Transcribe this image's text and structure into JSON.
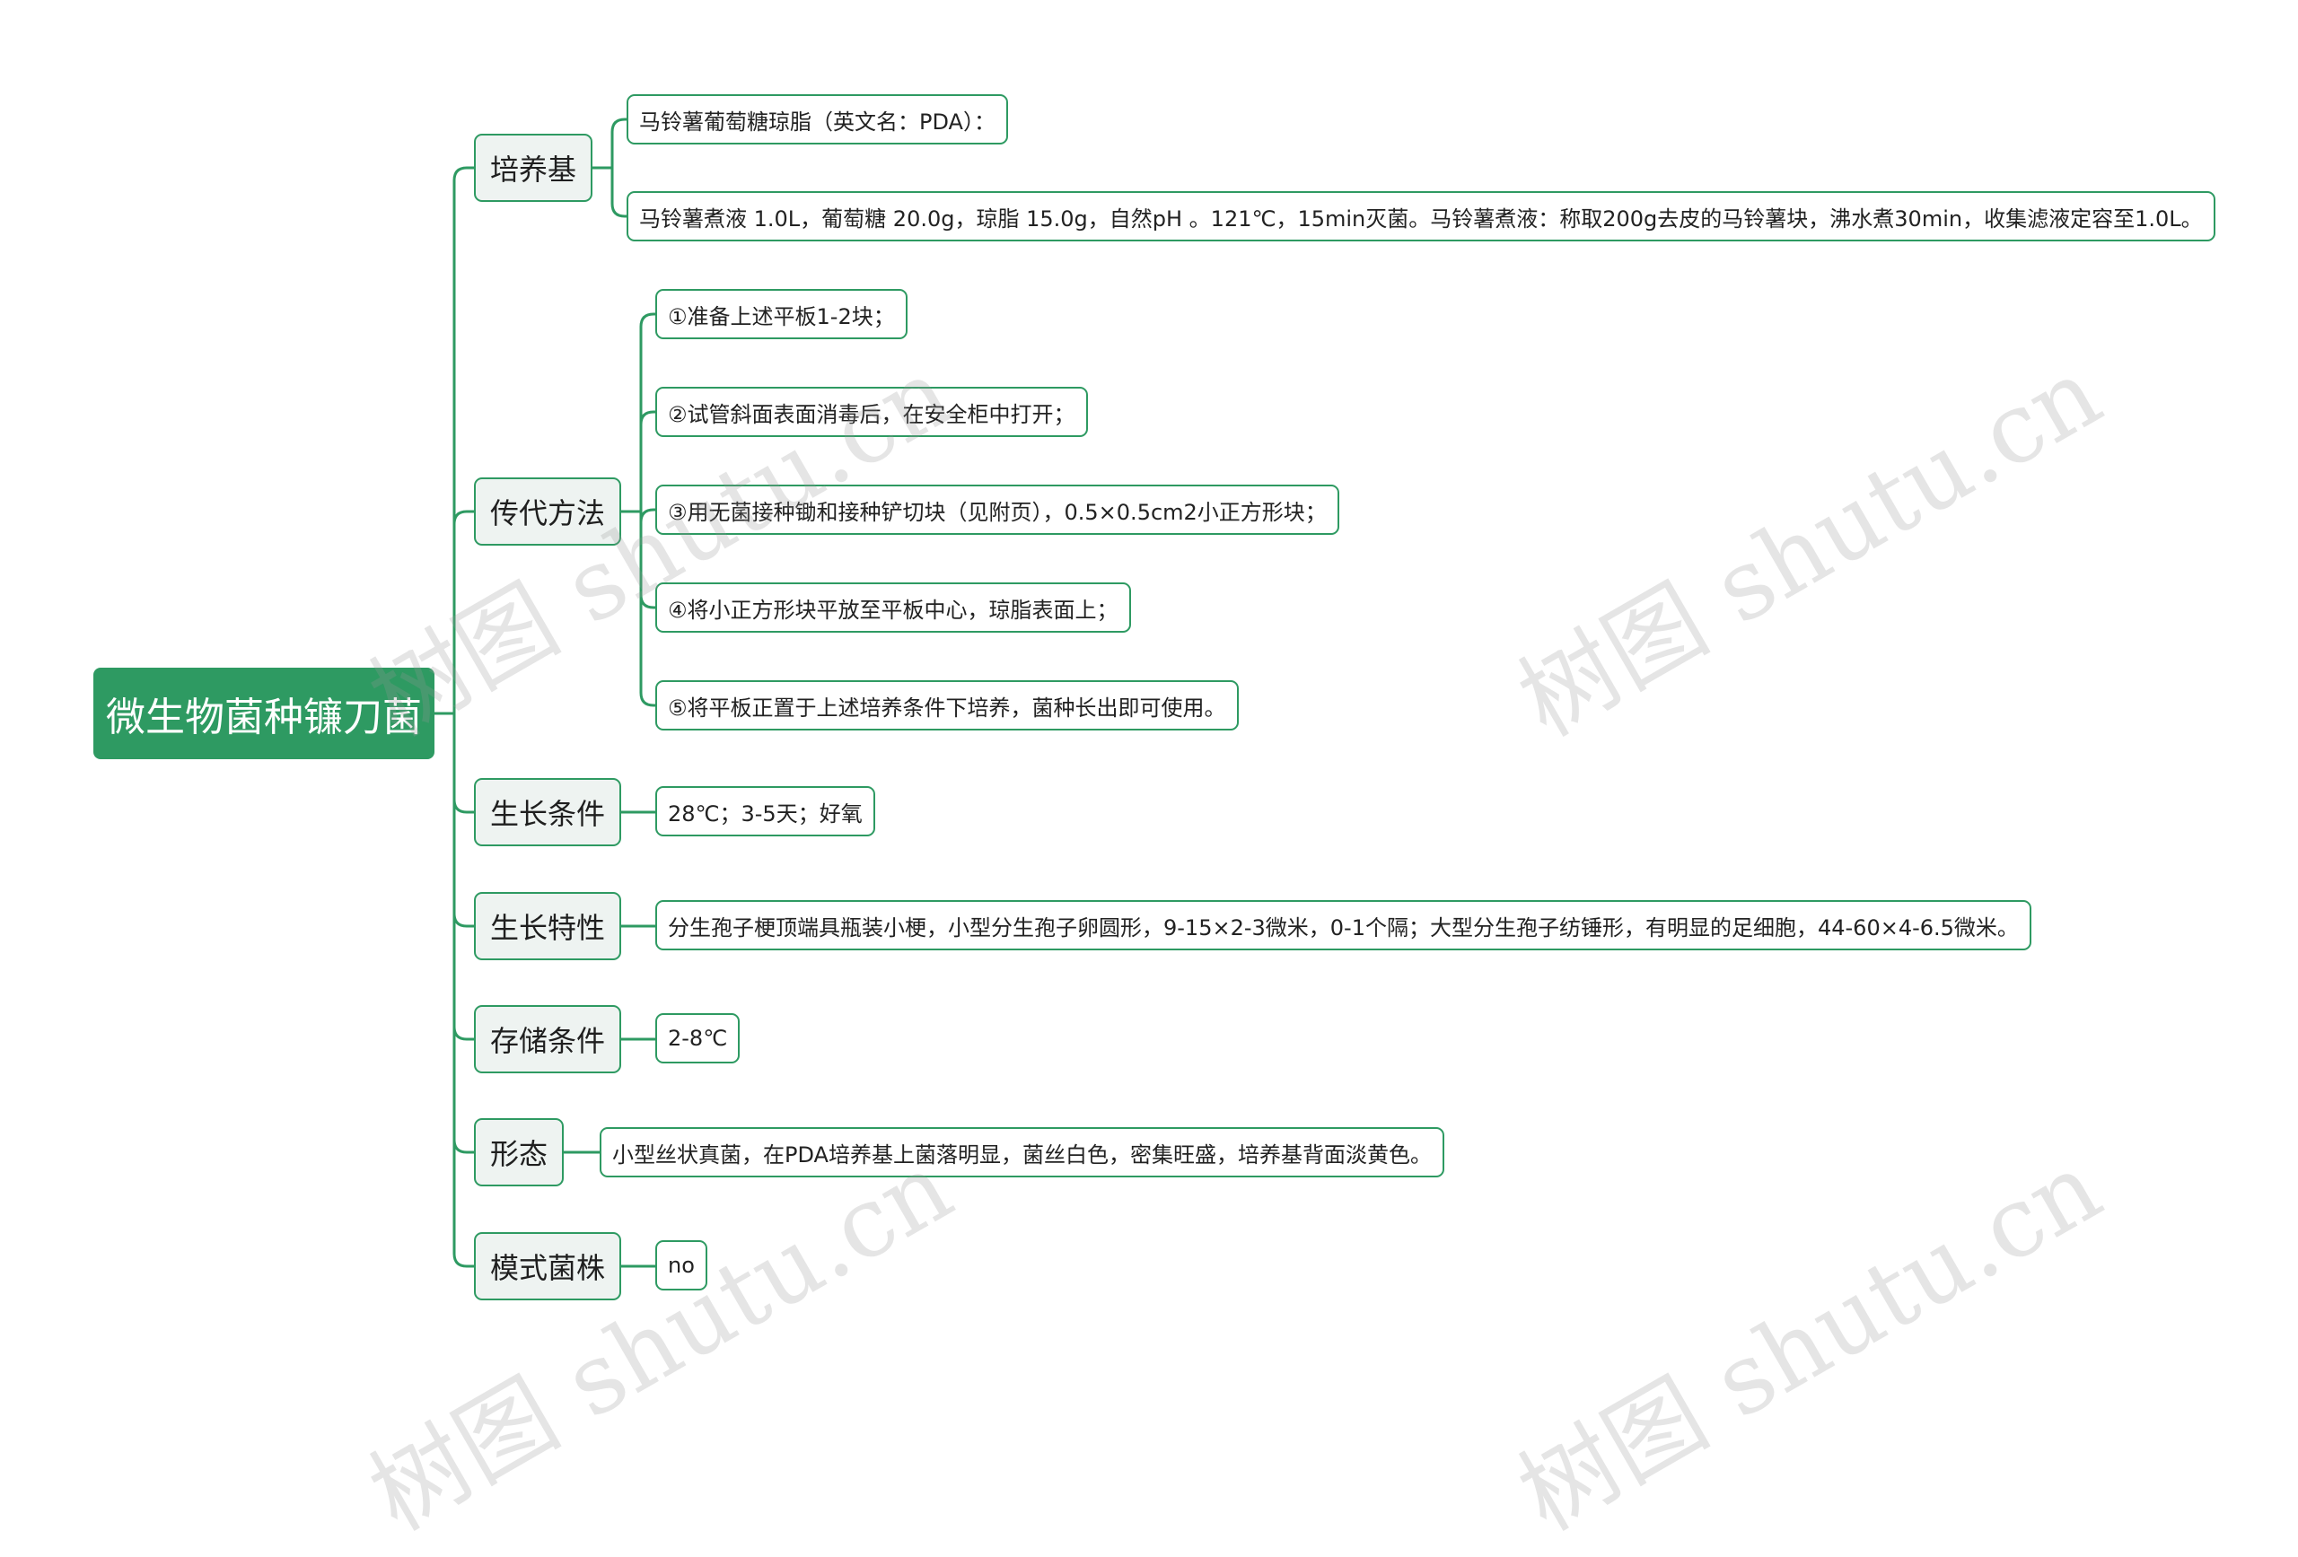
{
  "mindmap": {
    "root": "微生物菌种镰刀菌",
    "branches": [
      {
        "label": "培养基",
        "children": [
          "马铃薯葡萄糖琼脂（英文名：PDA）：",
          "马铃薯煮液 1.0L，葡萄糖 20.0g，琼脂 15.0g，自然pH 。121℃，15min灭菌。马铃薯煮液：称取200g去皮的马铃薯块，沸水煮30min，收集滤液定容至1.0L。"
        ]
      },
      {
        "label": "传代方法",
        "children": [
          "①准备上述平板1-2块；",
          "②试管斜面表面消毒后，在安全柜中打开；",
          "③用无菌接种锄和接种铲切块（见附页），0.5×0.5cm2小正方形块；",
          "④将小正方形块平放至平板中心，琼脂表面上；",
          "⑤将平板正置于上述培养条件下培养，菌种长出即可使用。"
        ]
      },
      {
        "label": "生长条件",
        "children": [
          "28℃；3-5天；好氧"
        ]
      },
      {
        "label": "生长特性",
        "children": [
          "分生孢子梗顶端具瓶装小梗，小型分生孢子卵圆形，9-15×2-3微米，0-1个隔；大型分生孢子纺锤形，有明显的足细胞，44-60×4-6.5微米。"
        ]
      },
      {
        "label": "存储条件",
        "children": [
          " 2-8℃"
        ]
      },
      {
        "label": "形态",
        "children": [
          "小型丝状真菌，在PDA培养基上菌落明显，菌丝白色，密集旺盛，培养基背面淡黄色。"
        ]
      },
      {
        "label": "模式菌株",
        "children": [
          "no"
        ]
      }
    ]
  },
  "watermark": {
    "text": "树图 shutu.cn"
  },
  "colors": {
    "accent": "#2e9a62",
    "branch_bg": "#eef3f1"
  }
}
